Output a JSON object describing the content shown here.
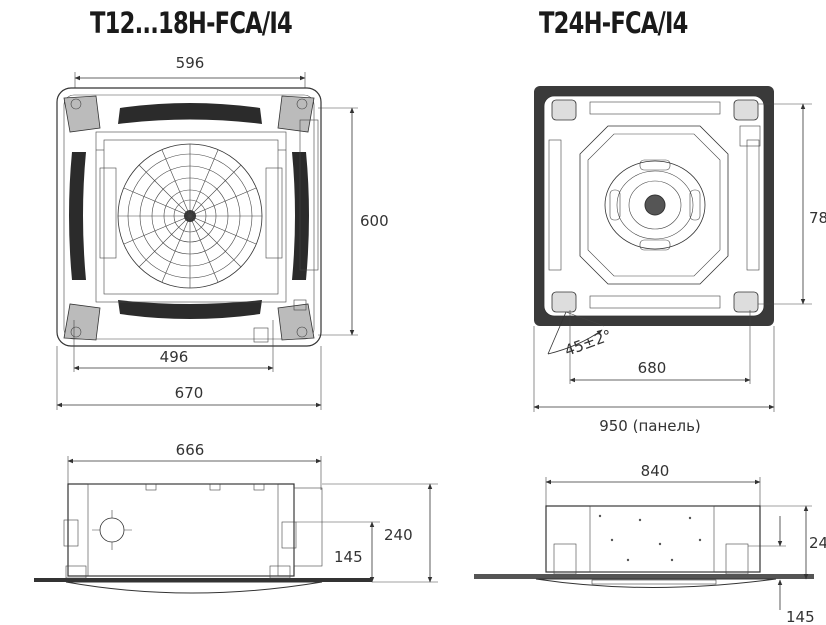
{
  "titles": {
    "left": "T12...18H-FCA/I4",
    "right": "T24H-FCA/I4"
  },
  "left_top": {
    "dim_596": "596",
    "dim_600": "600",
    "dim_496": "496",
    "dim_670": "670"
  },
  "right_top": {
    "dim_78": "78",
    "dim_45": "45±2°",
    "dim_680": "680",
    "dim_950": "950 (панель)"
  },
  "left_bottom": {
    "dim_666": "666",
    "dim_240": "240",
    "dim_145": "145"
  },
  "right_bottom": {
    "dim_840": "840",
    "dim_24": "24",
    "dim_145": "145"
  }
}
